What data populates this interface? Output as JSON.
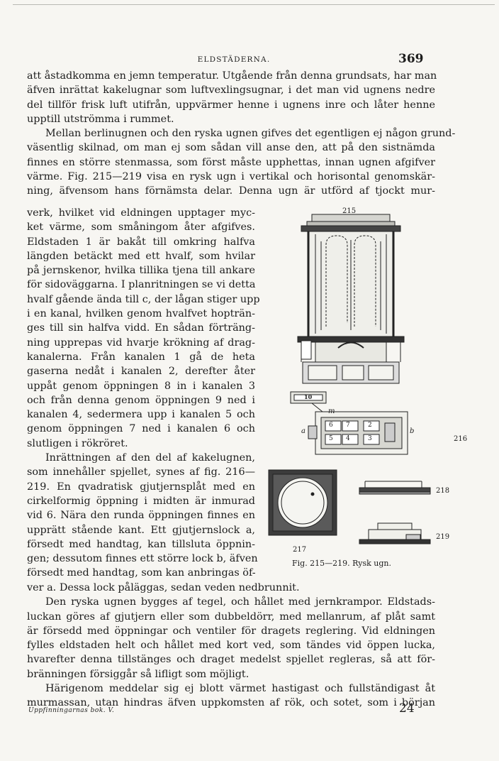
{
  "header": {
    "running_title": "ELDSTÄDERNA.",
    "page_number": "369"
  },
  "body": {
    "lines_top": [
      "att åstadkomma en jemn temperatur. Utgående från denna grundsats, har man",
      "äfven inrättat kakelugnar som luftvexlingsugnar, i det man vid ugnens nedre",
      "del tillför frisk luft utifrån, uppvärmer henne i ugnens inre och låter henne",
      "upptill utströmma i rummet.",
      "Mellan berlinugnen och den ryska ugnen gifves det egentligen ej någon grund-",
      "väsentlig skilnad, om man ej som sådan vill anse den, att på den sistnämda",
      "finnes en större stenmassa, som först måste upphettas, innan ugnen afgifver",
      "värme. Fig. 215—219 visa en rysk ugn i vertikal och horisontal genomskär-",
      "ning, äfvensom hans förnämsta delar. Denna ugn är utförd af tjockt mur-"
    ],
    "lines_narrow": [
      "verk, hvilket vid eldningen upptager myc-",
      "ket värme, som småningom åter afgifves.",
      "Eldstaden 1 är bakåt till omkring halfva",
      "längden betäckt med ett hvalf, som hvilar",
      "på jernskenor, hvilka tillika tjena till ankare",
      "för sidoväggarna. I planritningen se vi detta",
      "hvalf gående ända till c, der lågan stiger upp",
      "i en kanal, hvilken genom hvalfvet hopträn-",
      "ges till sin halfva vidd. En sådan förträng-",
      "ning upprepas vid hvarje krökning af drag-",
      "kanalerna. Från kanalen 1 gå de heta",
      "gaserna nedåt i kanalen 2, derefter åter",
      "uppåt genom öppningen 8 in i kanalen 3",
      "och från denna genom öppningen 9 ned i",
      "kanalen 4, sedermera upp i kanalen 5 och",
      "genom öppningen 7 ned i kanalen 6 och",
      "slutligen i rökröret.",
      "Inrättningen af den del af kakelugnen,",
      "som innehåller spjellet, synes af fig. 216—",
      "219. En qvadratisk gjutjernsplåt med en",
      "cirkelformig öppning i midten är inmurad",
      "vid 6. Nära den runda öppningen finnes en",
      "upprätt stående kant. Ett gjutjernslock a,",
      "försedt med handtag, kan tillsluta öppnin-",
      "gen; dessutom finnes ett större lock b, äfven",
      "försedt med handtag, som kan anbringas öf-"
    ],
    "lines_bottom": [
      "ver a. Dessa lock påläggas, sedan veden nedbrunnit.",
      "Den ryska ugnen bygges af tegel, och hållet med jernkrampor. Eldstads-",
      "luckan göres af gjutjern eller som dubbeldörr, med mellanrum, af plåt samt",
      "är försedd med öppningar och ventiler för dragets reglering. Vid eldningen",
      "fylles eldstaden helt och hållet med kort ved, som tändes vid öppen lucka,",
      "hvarefter denna tillstänges och draget medelst spjellet regleras, så att för-",
      "bränningen försiggår så lifligt som möjligt.",
      "Härigenom meddelar sig ej blott värmet hastigast och fullständigast åt",
      "murmassan, utan hindras äfven uppkomsten af rök, och sotet, som i början"
    ]
  },
  "figure": {
    "labels": {
      "fig215": "215",
      "fig216": "216",
      "fig217": "217",
      "fig218": "218",
      "fig219": "219"
    },
    "plan_cells": [
      "6",
      "7",
      "2",
      "5",
      "4",
      "3"
    ],
    "letters": {
      "m": "m",
      "a": "a",
      "b": "b",
      "ten": "10"
    },
    "caption": "Fig. 215—219. Rysk ugn."
  },
  "footer": {
    "left": "Uppfinningarnas bok. V.",
    "signature": "24"
  }
}
